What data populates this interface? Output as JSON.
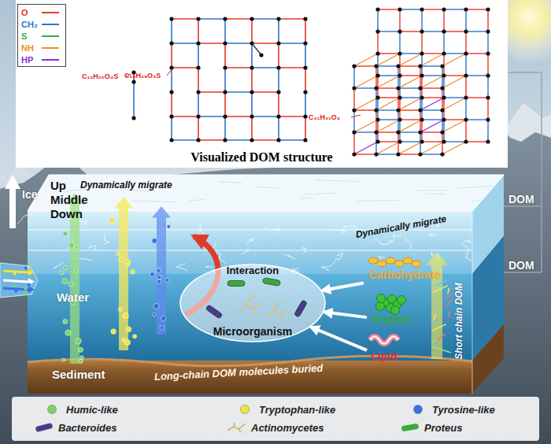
{
  "diagram": {
    "nodes": [
      {
        "text": [
          "Visualized DOM structure"
        ]
      },
      {
        "text": [
          "Interaction",
          "Microorganism"
        ]
      },
      {
        "text": [
          "Carbohydrate"
        ]
      },
      {
        "text": [
          "Protein"
        ]
      },
      {
        "text": [
          "Lipid"
        ]
      }
    ],
    "edges": [
      {
        "from": 2,
        "to": 1,
        "arrow": "to"
      },
      {
        "from": 3,
        "to": 1,
        "arrow": "to"
      },
      {
        "from": 4,
        "to": 1,
        "arrow": "to"
      }
    ],
    "labels": [
      "C₁₂H₂₅O₄S",
      "C₁₈H₂₉O₃S",
      "C₃₁H₃₁O₄",
      "Ice",
      "Up",
      "Middle",
      "Down",
      "Dynamically migrate",
      "Dynamically migrate",
      "Water",
      "Sediment",
      "Long-chain DOM molecules buried",
      "Short chain DOM",
      "DOM",
      "DOM"
    ],
    "legend": [
      {
        "text": "O"
      },
      {
        "text": "CH₂"
      },
      {
        "text": "S"
      },
      {
        "text": "NH"
      },
      {
        "text": "HP"
      },
      {
        "text": "Humic-like",
        "color": "#7cd36a"
      },
      {
        "text": "Tryptophan-like",
        "color": "#f2e43a"
      },
      {
        "text": "Tyrosine-like",
        "color": "#3b6fe6"
      },
      {
        "text": "Bacteroides"
      },
      {
        "text": "Actinomycetes"
      },
      {
        "text": "Proteus"
      }
    ]
  }
}
